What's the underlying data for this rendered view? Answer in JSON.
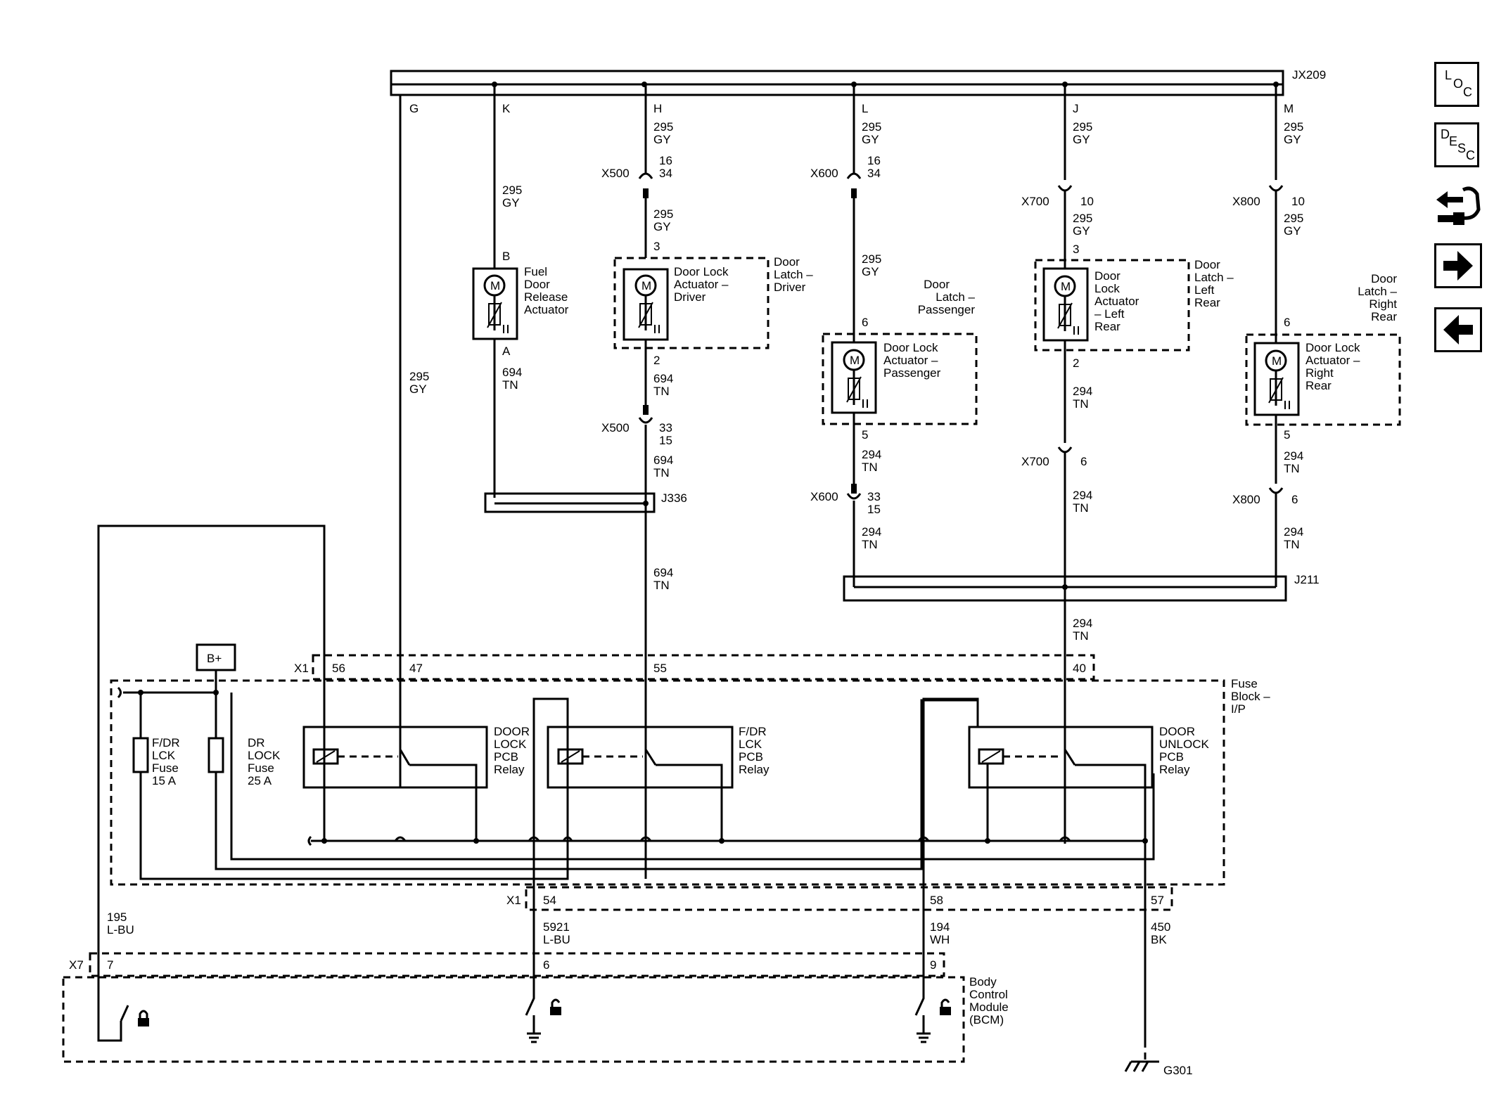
{
  "toolbar": {
    "loc": {
      "letters": [
        "L",
        "O",
        "C"
      ]
    },
    "desc": {
      "letters": [
        "D",
        "E",
        "S",
        "C"
      ]
    },
    "icons": [
      "loc-icon",
      "desc-icon",
      "connector-view-icon",
      "next-arrow-icon",
      "previous-arrow-icon"
    ]
  },
  "connectors": {
    "jx209": "JX209",
    "j336": "J336",
    "j211": "J211",
    "g301": "G301",
    "x1": "X1",
    "x7": "X7",
    "x500": "X500",
    "x600": "X600",
    "x700": "X700",
    "x800": "X800",
    "b_plus": "B+"
  },
  "pins": {
    "g": "G",
    "k": "K",
    "h": "H",
    "l": "L",
    "j": "J",
    "m": "M",
    "b": "B",
    "a": "A",
    "n3": "3",
    "n2": "2",
    "n6": "6",
    "n5": "5",
    "x500_top": [
      "16",
      "34"
    ],
    "x500_bot": [
      "33",
      "15"
    ],
    "x600_top": [
      "16",
      "34"
    ],
    "x600_bot": [
      "33",
      "15"
    ],
    "x700_top": "10",
    "x700_bot": "6",
    "x800_top": "10",
    "x800_bot": "6",
    "x1_56": "56",
    "x1_47": "47",
    "x1_55": "55",
    "x1_40": "40",
    "x1_54": "54",
    "x1_58": "58",
    "x1_57": "57",
    "x7_7": "7",
    "bcm_6": "6",
    "bcm_9": "9"
  },
  "wires": {
    "c295": "295",
    "gy": "GY",
    "c694": "694",
    "tn": "TN",
    "c294": "294",
    "c195": "195",
    "lbu": "L-BU",
    "c5921": "5921",
    "c194": "194",
    "wh": "WH",
    "c450": "450",
    "bk": "BK"
  },
  "components": {
    "fuel_door": [
      "Fuel",
      "Door",
      "Release",
      "Actuator"
    ],
    "latch_driver": [
      "Door",
      "Latch –",
      "Driver"
    ],
    "actuator_driver": [
      "Door Lock",
      "Actuator –",
      "Driver"
    ],
    "latch_passenger": [
      "Door",
      "Latch –",
      "Passenger"
    ],
    "actuator_passenger": [
      "Door Lock",
      "Actuator –",
      "Passenger"
    ],
    "actuator_left_rear": [
      "Door",
      "Lock",
      "Actuator",
      "– Left",
      "Rear"
    ],
    "latch_left_rear": [
      "Door",
      "Latch –",
      "Left",
      "Rear"
    ],
    "latch_right_rear": [
      "Door",
      "Latch –",
      "Right",
      "Rear"
    ],
    "actuator_right_rear": [
      "Door Lock",
      "Actuator –",
      "Right",
      "Rear"
    ],
    "fuse_block": [
      "Fuse",
      "Block –",
      "I/P"
    ],
    "fdr_fuse": [
      "F/DR",
      "LCK",
      "Fuse",
      "15 A"
    ],
    "dr_fuse": [
      "DR",
      "LOCK",
      "Fuse",
      "25 A"
    ],
    "door_lock_relay": [
      "DOOR",
      "LOCK",
      "PCB",
      "Relay"
    ],
    "fdr_relay": [
      "F/DR",
      "LCK",
      "PCB",
      "Relay"
    ],
    "unlock_relay": [
      "DOOR",
      "UNLOCK",
      "PCB",
      "Relay"
    ],
    "bcm": [
      "Body",
      "Control",
      "Module",
      "(BCM)"
    ],
    "motor": "M"
  }
}
